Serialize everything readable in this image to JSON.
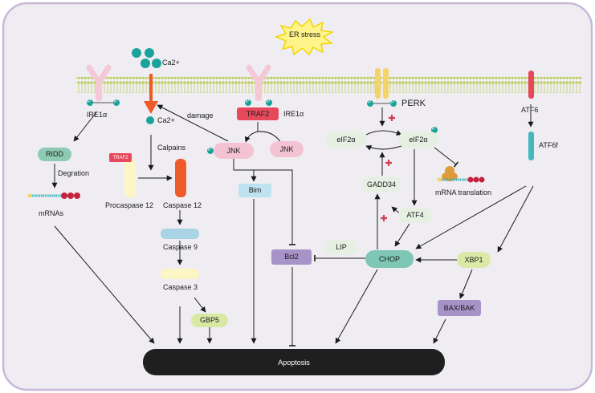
{
  "stress": {
    "label": "ER stress"
  },
  "calcium": {
    "ion_top": "Ca2+",
    "ion_mid": "Ca2+"
  },
  "labels": {
    "ire1a_left": "IRE1α",
    "ire1a_mid": "IRE1α",
    "perk": "PERK",
    "atf6": "ATF6",
    "atf6f": "ATF6f",
    "degration": "Degration",
    "mrnas": "mRNAs",
    "calpains": "Calpains",
    "procaspase12": "Procaspase 12",
    "caspase12": "Caspase 12",
    "caspase9": "Caspase 9",
    "caspase3": "Caspase 3",
    "damage": "damage",
    "mrna_translation": "mRNA translation"
  },
  "nodes": {
    "ridd": "RIDD",
    "traf2_mid": "TRAF2",
    "traf2_small": "TRAF2",
    "jnk_left": "JNK",
    "jnk_right": "JNK",
    "bim": "Bim",
    "bcl2": "Bcl2",
    "gbp5": "GBP5",
    "eif2a_left": "eIF2α",
    "eif2a_right": "eIF2α",
    "gadd34": "GADD34",
    "atf4": "ATF4",
    "lip": "LIP",
    "chop": "CHOP",
    "xbp1": "XBP1",
    "baxbak": "BAX/BAK",
    "apoptosis": "Apoptosis"
  },
  "phospho": "P",
  "colors": {
    "cell_fill": "#f0edf2",
    "cell_border": "#c9b7d8",
    "membrane": "#b7cc52",
    "ire1": "#f4c9d5",
    "traf2": "#e8485c",
    "ca": "#1aa39b",
    "ca_arrow": "#ef5a2a",
    "ridd": "#8ecab4",
    "jnk": "#f4c3d3",
    "bim": "#bfe2f0",
    "bcl2": "#a893c8",
    "gbp5": "#d9e9a4",
    "procaspase": "#fbf6c4",
    "caspase12": "#ef5a2a",
    "caspase9": "#a8d4e6",
    "caspase3": "#fbf6c4",
    "perk": "#f4d46a",
    "atf6": "#e8485c",
    "atf6f": "#43b8be",
    "eif2a": "#e6f0e2",
    "gadd34": "#e6f0e2",
    "atf4": "#e6f0e2",
    "lip": "#e6f0e2",
    "chop": "#7fc7b5",
    "xbp1": "#dbe9a6",
    "baxbak": "#a893c8",
    "plus": "#d23b52",
    "apoptosis": "#1f1f1f"
  }
}
